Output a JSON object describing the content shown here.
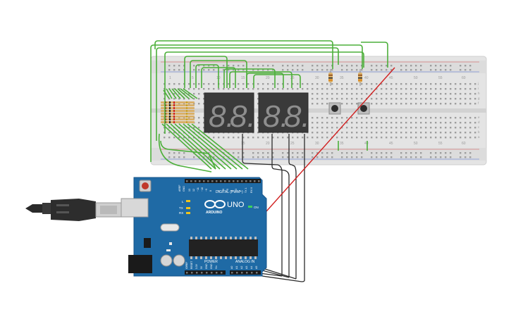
{
  "breadboard": {
    "columns_top": [
      "1",
      "5",
      "10",
      "15",
      "20",
      "25",
      "30",
      "35",
      "40",
      "45",
      "50",
      "55",
      "60"
    ],
    "columns_bottom": [
      "15",
      "20",
      "25",
      "30",
      "35",
      "40",
      "45",
      "50",
      "55",
      "60"
    ],
    "rows_right": [
      "j",
      "i",
      "h",
      "g",
      "f",
      "e",
      "d",
      "c",
      "b",
      "a"
    ]
  },
  "display": {
    "digits": [
      "8.",
      "8.",
      "8.",
      "8."
    ]
  },
  "arduino": {
    "board_name": "UNO",
    "brand": "ARDUINO",
    "digital_label": "DIGITAL (PWM~)",
    "analog_label": "ANALOG IN",
    "power_label": "POWER",
    "led_labels": [
      "L",
      "TX",
      "RX"
    ],
    "on_label": "ON",
    "digital_pins": [
      "AREF",
      "GND",
      "13",
      "12",
      "~11",
      "~10",
      "~9",
      "8",
      "7",
      "~6",
      "~5",
      "4",
      "~3",
      "2",
      "TX 1",
      "RX 0"
    ],
    "power_pins": [
      "IOREF",
      "RESET",
      "3.3V",
      "5V",
      "GND",
      "GND",
      "Vin"
    ],
    "analog_pins": [
      "A0",
      "A1",
      "A2",
      "A3",
      "A4",
      "A5"
    ]
  },
  "colors": {
    "wire_green": "#4caf3a",
    "wire_black": "#2b2b2b",
    "wire_red": "#d11f1f",
    "board_blue": "#1f6aa5",
    "breadboard": "#e6e6e6",
    "display_body": "#3a3a3a",
    "segment_off": "#8a8a8a"
  }
}
